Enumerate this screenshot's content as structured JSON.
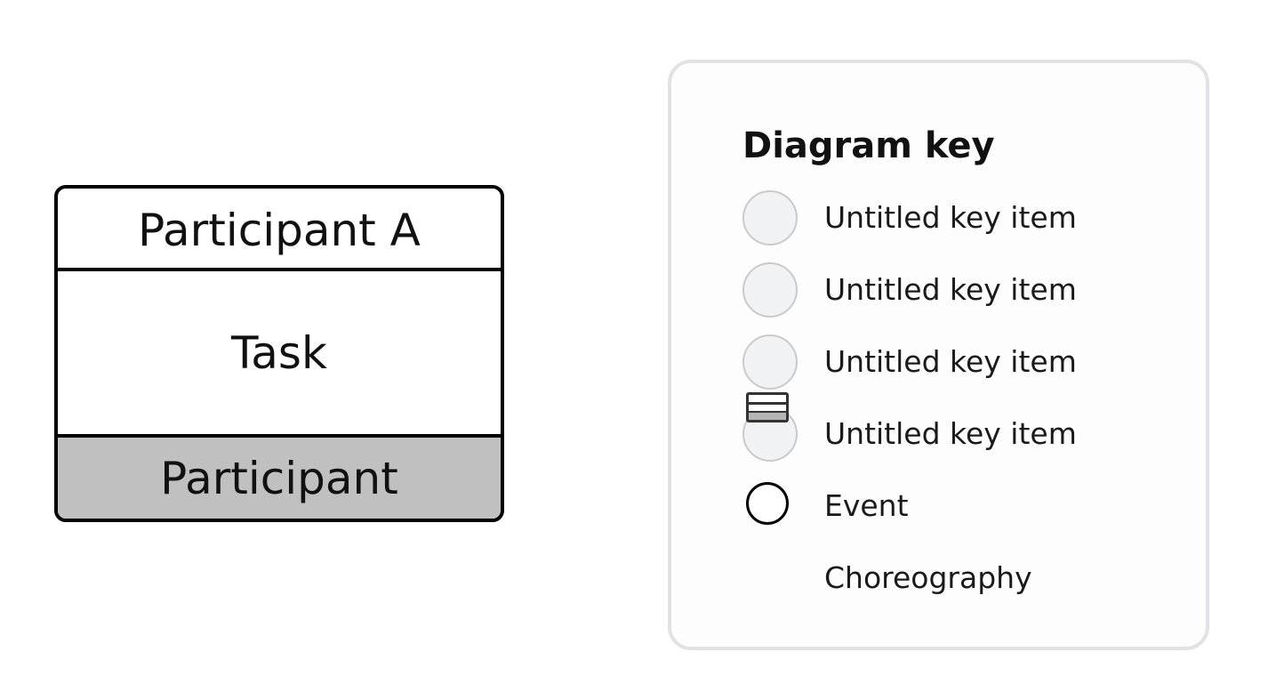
{
  "choreography_shape": {
    "top_participant": "Participant A",
    "task_label": "Task",
    "bottom_participant": "Participant"
  },
  "diagram_key": {
    "title": "Diagram key",
    "items": [
      {
        "label": "Untitled key item",
        "swatch": "circle"
      },
      {
        "label": "Untitled key item",
        "swatch": "circle"
      },
      {
        "label": "Untitled key item",
        "swatch": "circle"
      },
      {
        "label": "Untitled key item",
        "swatch": "circle-with-choreography"
      },
      {
        "label": "Event",
        "swatch": "event-circle"
      },
      {
        "label": "Choreography",
        "swatch": "none"
      }
    ]
  },
  "colors": {
    "shape_border": "#000000",
    "participant_band_fill": "#c0c0c0",
    "key_panel_border": "#e1e2e6",
    "key_swatch_fill": "#f1f2f4"
  }
}
